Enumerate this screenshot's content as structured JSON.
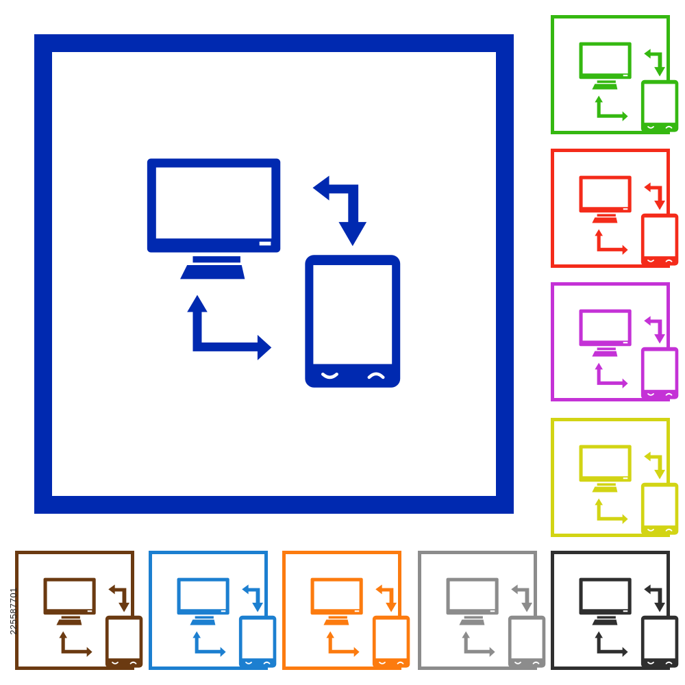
{
  "icon_name": "computer-phone-sync-icon",
  "stock_id": "225587701",
  "tiles": [
    {
      "id": "main",
      "color": "#0029b0"
    },
    {
      "id": "green",
      "color": "#35b811"
    },
    {
      "id": "red",
      "color": "#f42b1a"
    },
    {
      "id": "magenta",
      "color": "#c432d6"
    },
    {
      "id": "yellow",
      "color": "#d2d414"
    },
    {
      "id": "brown",
      "color": "#6b3a11"
    },
    {
      "id": "blue",
      "color": "#1c7fd0"
    },
    {
      "id": "orange",
      "color": "#fc7b0f"
    },
    {
      "id": "gray",
      "color": "#8c8c8c"
    },
    {
      "id": "black",
      "color": "#2f2f2f"
    }
  ]
}
